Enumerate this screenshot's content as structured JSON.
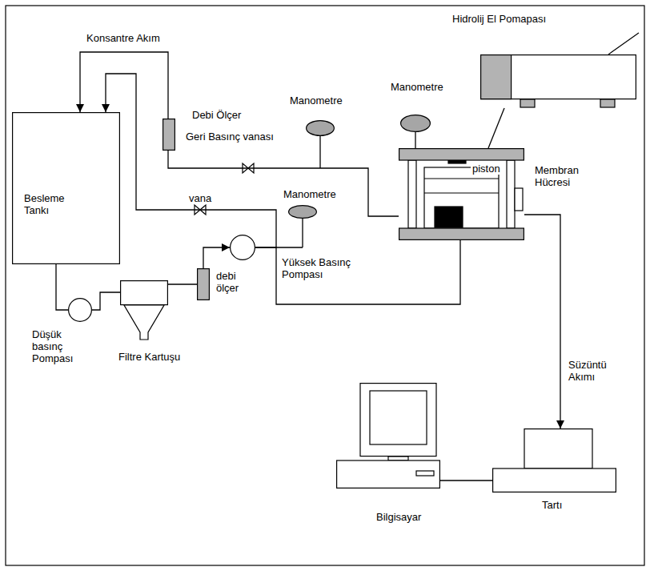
{
  "diagram": {
    "nodes": [
      {
        "text": [
          "Besleme Tankı"
        ]
      },
      {
        "text": [
          "Debi Ölçer"
        ]
      },
      {
        "text": [
          "Manometre"
        ]
      },
      {
        "text": [
          "Manometre"
        ]
      },
      {
        "text": [
          "Hidrolij El Pomapası"
        ]
      },
      {
        "text": [
          "Membran Hücresi"
        ]
      },
      {
        "text": [
          "Manometre"
        ]
      },
      {
        "text": [
          "Yüksek Basınç Pompası"
        ]
      },
      {
        "text": [
          "debi ölçer"
        ]
      },
      {
        "text": [
          "Filtre Kartuşu"
        ]
      },
      {
        "text": [
          "Düşük basınç Pompası"
        ]
      },
      {
        "text": [
          "Tartı"
        ]
      },
      {
        "text": [
          "Bilgisayar"
        ]
      }
    ],
    "edges": [
      {
        "from": 0,
        "to": 10,
        "arrow": "none"
      },
      {
        "from": 10,
        "to": 9,
        "arrow": "none"
      },
      {
        "from": 9,
        "to": 8,
        "arrow": "none"
      },
      {
        "from": 8,
        "to": 7,
        "arrow": "to"
      },
      {
        "from": 7,
        "to": 5,
        "arrow": "none"
      },
      {
        "from": 7,
        "to": 0,
        "arrow": "to"
      },
      {
        "from": 5,
        "to": 1,
        "arrow": "none"
      },
      {
        "from": 1,
        "to": 0,
        "arrow": "to"
      },
      {
        "from": 3,
        "to": 5,
        "arrow": "none"
      },
      {
        "from": 4,
        "to": 5,
        "arrow": "none"
      },
      {
        "from": 5,
        "to": 11,
        "arrow": "to"
      },
      {
        "from": 11,
        "to": 12,
        "arrow": "none"
      }
    ],
    "labels": [
      "Konsantre Akım",
      "Geri Basınç vanası",
      "vana",
      "piston",
      "Süzüntü Akımı"
    ]
  }
}
